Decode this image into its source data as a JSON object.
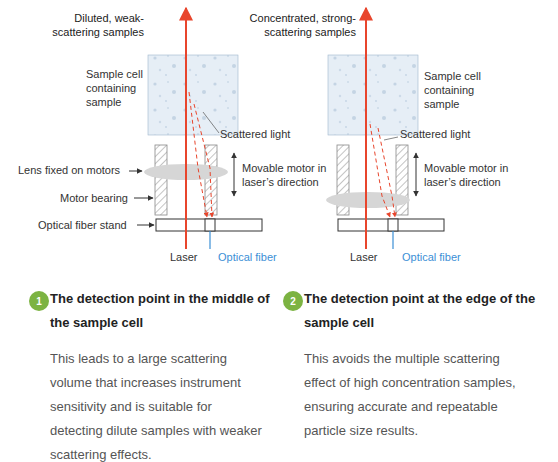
{
  "diagram": {
    "nodes": [
      {
        "text": [
          "1"
        ]
      },
      {
        "text": [
          "2"
        ]
      }
    ],
    "labels": [
      "Diluted, weak-scattering samples",
      "Concentrated, strong-scattering samples",
      "Sample cell containing sample",
      "Sample cell containing sample",
      "Scattered light",
      "Lens fixed on motors",
      "Movable motor in laser’s direction",
      "Motor bearing",
      "Optical fiber stand",
      "Laser",
      "Optical fiber",
      "Scattered light",
      "Movable motor in laser’s direction",
      "Laser",
      "Optical fiber",
      "The detection point in the middle of the sample cell",
      "This leads to a large scattering volume that increases instrument sensitivity and is suitable for detecting dilute samples with weaker scattering effects.",
      "The detection point at the edge of the sample cell",
      "This avoids the multiple scattering effect of high concentration samples, ensuring accurate and repeatable particle size results."
    ]
  }
}
